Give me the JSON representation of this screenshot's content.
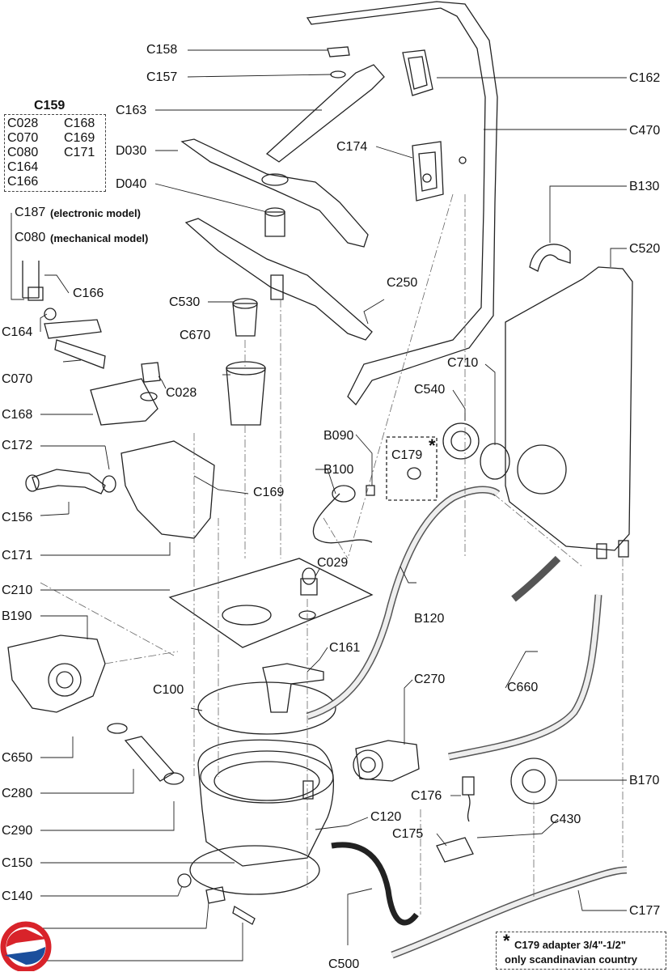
{
  "labels": {
    "C158": "C158",
    "C157": "C157",
    "C163": "C163",
    "C162": "C162",
    "C470": "C470",
    "C174": "C174",
    "D030": "D030",
    "D040": "D040",
    "B130": "B130",
    "C187": "C187",
    "C080": "C080",
    "C166": "C166",
    "C250": "C250",
    "C520": "C520",
    "C530": "C530",
    "C164": "C164",
    "C670": "C670",
    "C710": "C710",
    "C070": "C070",
    "C028": "C028",
    "C540": "C540",
    "C168": "C168",
    "B090": "B090",
    "C179": "C179",
    "C172": "C172",
    "B100": "B100",
    "C169": "C169",
    "C156": "C156",
    "C171": "C171",
    "C029": "C029",
    "C210": "C210",
    "B120": "B120",
    "B190": "B190",
    "C161": "C161",
    "C270": "C270",
    "C660": "C660",
    "C100": "C100",
    "C650": "C650",
    "B170": "B170",
    "C280": "C280",
    "C176": "C176",
    "C120": "C120",
    "C430": "C430",
    "C290": "C290",
    "C175": "C175",
    "C150": "C150",
    "C140": "C140",
    "C177": "C177",
    "C500": "C500"
  },
  "model_notes": {
    "electronic": "(electronic model)",
    "mechanical": "(mechanical model)"
  },
  "kit": {
    "title": "C159",
    "col1": [
      "C028",
      "C070",
      "C080",
      "C164",
      "C166"
    ],
    "col2": [
      "C168",
      "C169",
      "C171"
    ]
  },
  "note": {
    "star": "*",
    "line1": "C179  adapter 3/4\"-1/2\"",
    "line2": "only scandinavian country"
  },
  "colors": {
    "logo_red": "#d8232a",
    "logo_blue": "#1b4f9c"
  }
}
